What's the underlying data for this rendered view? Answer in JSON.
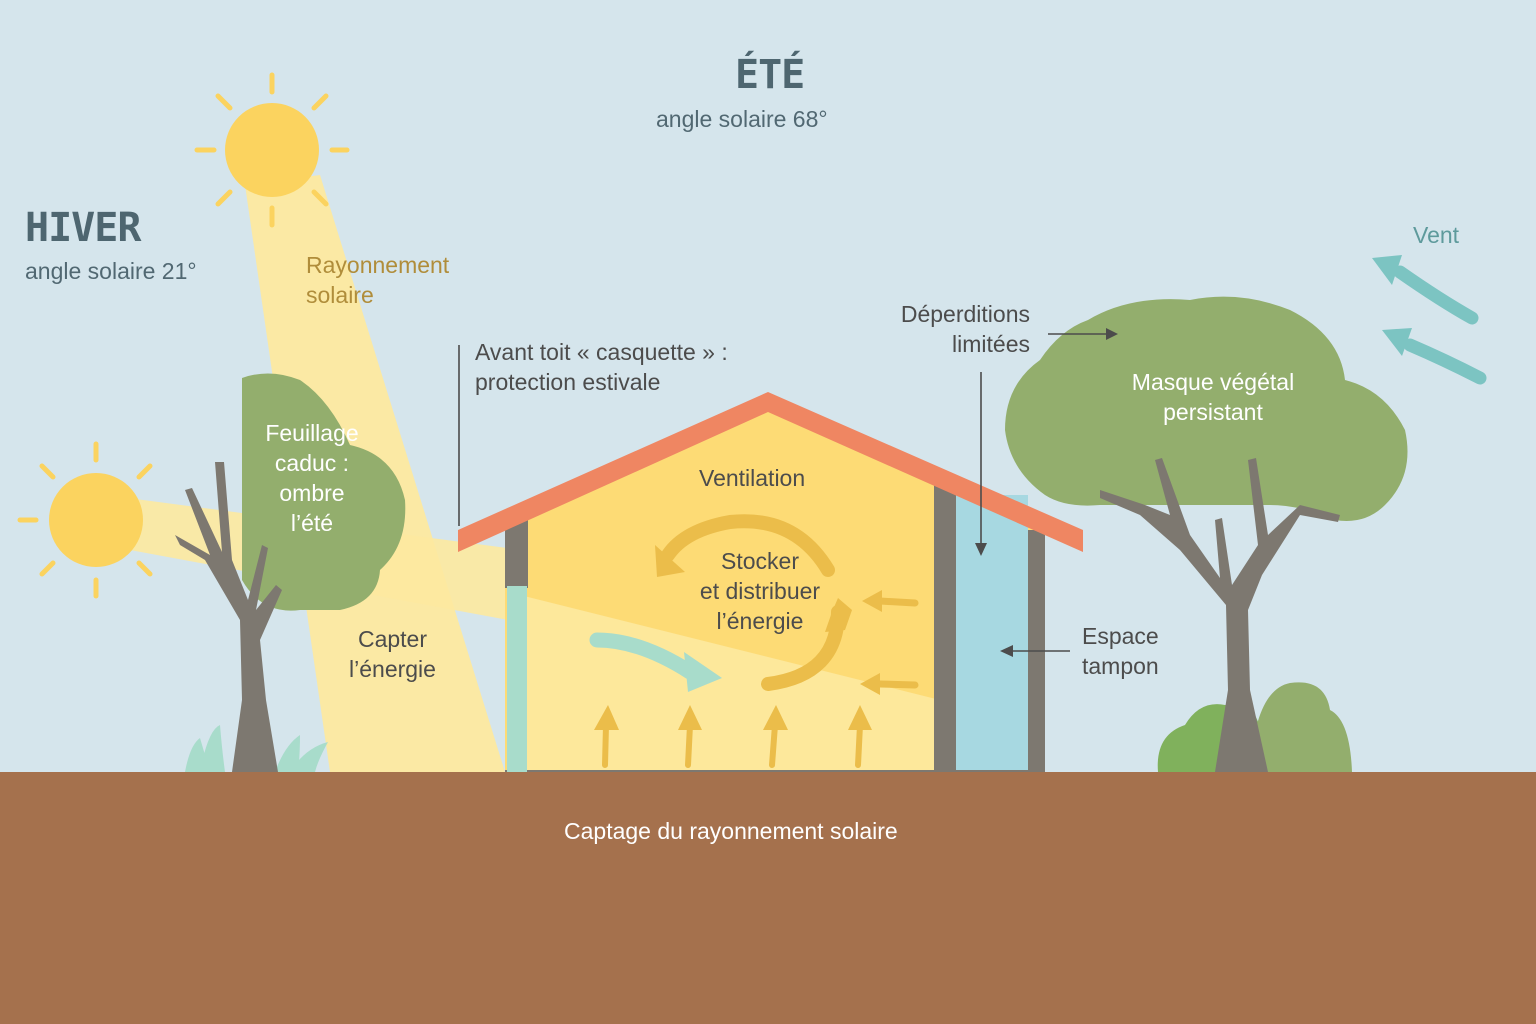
{
  "seasons": {
    "summer": {
      "title": "ÉTÉ",
      "angle": "angle solaire 68°"
    },
    "winter": {
      "title": "HIVER",
      "angle": "angle solaire 21°"
    }
  },
  "labels": {
    "solar_radiation": "Rayonnement\nsolaire",
    "roof_overhang": "Avant toit « casquette » :\nprotection estivale",
    "heat_loss": "Déperditions\nlimitées",
    "wind": "Vent",
    "evergreen": "Masque végétal\npersistant",
    "deciduous": "Feuillage\ncaduc :\nombre\nl’été",
    "ventilation": "Ventilation",
    "store": "Stocker\net distribuer\nl’énergie",
    "capture": "Capter\nl’énergie",
    "buffer": "Espace\ntampon",
    "ground": "Captage du rayonnement solaire"
  },
  "colors": {
    "sky": "#d5e5ec",
    "ground": "#a5714d",
    "sun": "#fbd35f",
    "beam": "#fde9a0",
    "house_fill": "#fddb75",
    "roof": "#ef8662",
    "wall": "#7d7870",
    "glass": "#a7d8e1",
    "window": "#a8dccb",
    "tree_green": "#93ae6d",
    "arrow": "#ebbd4a",
    "wind_arrow": "#7cc4c2"
  }
}
